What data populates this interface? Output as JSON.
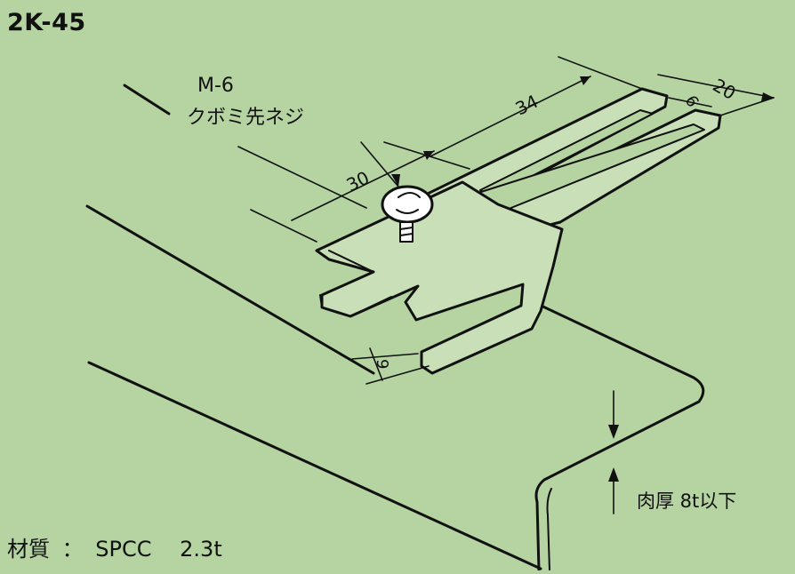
{
  "title": "2K-45",
  "material": {
    "label": "材質",
    "separator": "：",
    "value": "SPCC",
    "thickness": "2.3t"
  },
  "screw": {
    "size": "M-6",
    "type": "クボミ先ネジ"
  },
  "dimensions": {
    "d30": "30",
    "d34": "34",
    "d20": "20",
    "d6_top": "6",
    "d9_bottom": "9"
  },
  "panel_thickness": "肉厚 8t以下",
  "colors": {
    "background": "#b5d4a2",
    "line": "#111111",
    "part_fill": "#c9dfb8"
  }
}
